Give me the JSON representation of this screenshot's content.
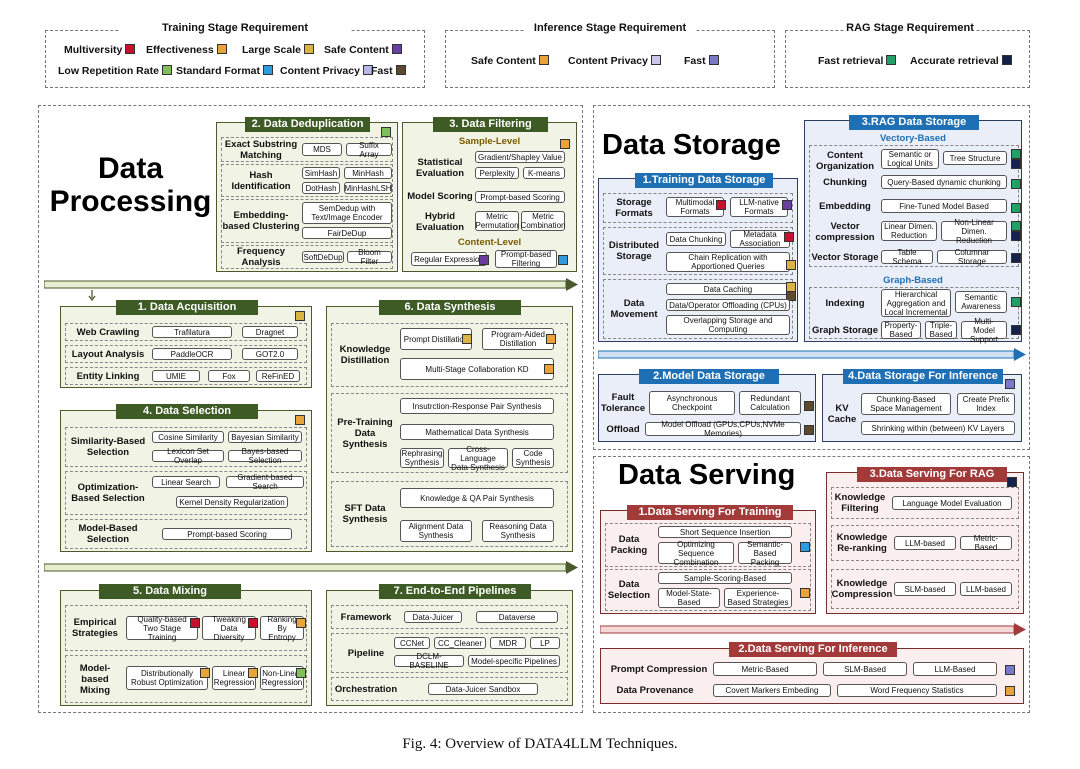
{
  "requirements": {
    "training": {
      "title": "Training Stage Requirement",
      "items": [
        {
          "label": "Multiversity",
          "color": "#c8102e"
        },
        {
          "label": "Effectiveness",
          "color": "#e8a33a"
        },
        {
          "label": "Large Scale",
          "color": "#d8b440"
        },
        {
          "label": "Safe Content",
          "color": "#6a3ea1"
        },
        {
          "label": "Low Repetition Rate",
          "color": "#7fbf5a"
        },
        {
          "label": "Standard Format",
          "color": "#2c9be0"
        },
        {
          "label": "Content Privacy",
          "color": "#b7b8e6"
        },
        {
          "label": "Fast",
          "color": "#5b4a2e"
        }
      ]
    },
    "inference": {
      "title": "Inference Stage Requirement",
      "items": [
        {
          "label": "Safe Content",
          "color": "#e8a33a"
        },
        {
          "label": "Content Privacy",
          "color": "#c9c6ee"
        },
        {
          "label": "Fast",
          "color": "#7a78c8"
        }
      ]
    },
    "rag": {
      "title": "RAG Stage Requirement",
      "items": [
        {
          "label": "Fast retrieval",
          "color": "#1fa067"
        },
        {
          "label": "Accurate retrieval",
          "color": "#14234d"
        }
      ]
    }
  },
  "processing": {
    "title_line1": "Data",
    "title_line2": "Processing",
    "dedup": {
      "title": "2. Data Deduplication",
      "rows": [
        {
          "label": "Exact Substring Matching",
          "boxes": [
            "MDS",
            "Suffix Array"
          ]
        },
        {
          "label": "Hash Identification",
          "boxes": [
            "SimHash",
            "MinHash",
            "DotHash",
            "MinHashLSH"
          ]
        },
        {
          "label": "Embedding-based Clustering",
          "boxes": [
            "SemDedup with Text/Image Encoder",
            "FairDeDup"
          ]
        },
        {
          "label": "Frequency Analysis",
          "boxes": [
            "SoftDeDup",
            "Bloom Filter"
          ]
        }
      ]
    },
    "filtering": {
      "title": "3. Data Filtering",
      "sample_level": "Sample-Level",
      "content_level": "Content-Level",
      "rows": [
        {
          "label": "Statistical Evaluation",
          "boxes": [
            "Gradient/Shapley Value",
            "Perplexity",
            "K-means"
          ]
        },
        {
          "label": "Model Scoring",
          "boxes": [
            "Prompt-based Scoring"
          ]
        },
        {
          "label": "Hybrid Evaluation",
          "boxes": [
            "Metric Permutation",
            "Metric Combination"
          ]
        }
      ],
      "content_boxes": [
        "Regular Expression",
        "Prompt-based Filtering"
      ]
    },
    "acquisition": {
      "title": "1. Data Acquisition",
      "rows": [
        {
          "label": "Web Crawling",
          "boxes": [
            "Trafilatura",
            "Dragnet"
          ]
        },
        {
          "label": "Layout Analysis",
          "boxes": [
            "PaddleOCR",
            "GOT2.0"
          ]
        },
        {
          "label": "Entity Linking",
          "boxes": [
            "UMIE",
            "Fox",
            "ReFinED"
          ]
        }
      ]
    },
    "selection": {
      "title": "4. Data Selection",
      "rows": [
        {
          "label": "Similarity-Based Selection",
          "boxes": [
            "Cosine Similarity",
            "Bayesian Similarity",
            "Lexicon Set Overlap",
            "Bayes-based Selection"
          ]
        },
        {
          "label": "Optimization-Based Selection",
          "boxes": [
            "Linear Search",
            "Gradient-based Search",
            "Kernel Density Regularization"
          ]
        },
        {
          "label": "Model-Based Selection",
          "boxes": [
            "Prompt-based Scoring"
          ]
        }
      ]
    },
    "synthesis": {
      "title": "6. Data Synthesis",
      "rows": [
        {
          "label": "Knowledge Distillation",
          "boxes": [
            "Prompt Distillation",
            "Program-Aided Distillation",
            "Multi-Stage Collaboration KD"
          ]
        },
        {
          "label": "Pre-Training Data Synthesis",
          "boxes": [
            "Insutrction-Response Pair Synthesis",
            "Mathematical Data Synthesis",
            "Rephrasing Synthesis",
            "Cross-Language Data Synthesis",
            "Code Synthesis"
          ]
        },
        {
          "label": "SFT Data Synthesis",
          "boxes": [
            "Knowledge & QA Pair Synthesis",
            "Alignment Data Synthesis",
            "Reasoning Data Synthesis"
          ]
        }
      ]
    },
    "mixing": {
      "title": "5. Data Mixing",
      "rows": [
        {
          "label": "Empirical Strategies",
          "boxes": [
            "Quality-based Two Stage Training",
            "Tweaking Data Diversity",
            "Ranking By Entropy"
          ]
        },
        {
          "label": "Model-based Mixing",
          "boxes": [
            "Distributionally Robust Optimization",
            "Linear Regression",
            "Non-Linear Regression"
          ]
        }
      ]
    },
    "pipelines": {
      "title": "7. End-to-End Pipelines",
      "rows": [
        {
          "label": "Framework",
          "boxes": [
            "Data-Juicer",
            "Dataverse"
          ]
        },
        {
          "label": "Pipeline",
          "boxes": [
            "CCNet",
            "CC_Cleaner",
            "MDR",
            "LP",
            "DCLM-BASELINE",
            "Model-specific Pipelines"
          ]
        },
        {
          "label": "Orchestration",
          "boxes": [
            "Data-Juicer Sandbox"
          ]
        }
      ]
    }
  },
  "storage": {
    "title": "Data Storage",
    "training": {
      "title": "1.Training Data Storage",
      "rows": [
        {
          "label": "Storage Formats",
          "boxes": [
            "Multimodal Formats",
            "LLM-native Formats"
          ]
        },
        {
          "label": "Distributed Storage",
          "boxes": [
            "Data Chunking",
            "Metadata Association",
            "Chain Replication with Apportioned Queries"
          ]
        },
        {
          "label": "Data Movement",
          "boxes": [
            "Data Caching",
            "Data/Operator Offloading (CPUs)",
            "Overlapping Storage and Computing"
          ]
        }
      ]
    },
    "rag": {
      "title": "3.RAG Data Storage",
      "vector_based": "Vectory-Based",
      "graph_based": "Graph-Based",
      "rows": [
        {
          "label": "Content Organization",
          "boxes": [
            "Semantic or Logical Units",
            "Tree Structure"
          ]
        },
        {
          "label": "Chunking",
          "boxes": [
            "Query-Based dynamic chunking"
          ]
        },
        {
          "label": "Embedding",
          "boxes": [
            "Fine-Tuned Model Based"
          ]
        },
        {
          "label": "Vector compression",
          "boxes": [
            "Linear Dimen. Reduction",
            "Non-Linear Dimen. Reduction"
          ]
        },
        {
          "label": "Vector Storage",
          "boxes": [
            "Table Schema",
            "Columnar Storage"
          ]
        },
        {
          "label": "Indexing",
          "boxes": [
            "Hierarchical Aggregation and Local Incremental",
            "Semantic Awareness"
          ]
        },
        {
          "label": "Graph Storage",
          "boxes": [
            "Property-Based",
            "Triple-Based",
            "Multi-Model Support"
          ]
        }
      ]
    },
    "model": {
      "title": "2.Model Data Storage",
      "rows": [
        {
          "label": "Fault Tolerance",
          "boxes": [
            "Asynchronous Checkpoint",
            "Redundant Calculation"
          ]
        },
        {
          "label": "Offload",
          "boxes": [
            "Model Offload (GPUs,CPUs,NVMe Memories)"
          ]
        }
      ]
    },
    "inference": {
      "title": "4.Data Storage For Inference",
      "rows": [
        {
          "label": "KV Cache",
          "boxes": [
            "Chunking-Based Space Management",
            "Create Prefix Index",
            "Shrinking within (between) KV Layers"
          ]
        }
      ]
    }
  },
  "serving": {
    "title": "Data Serving",
    "training": {
      "title": "1.Data Serving For Training",
      "rows": [
        {
          "label": "Data Packing",
          "boxes": [
            "Short Sequence Insertion",
            "Optimizing Sequence Combination",
            "Semantic-Based Packing"
          ]
        },
        {
          "label": "Data Selection",
          "boxes": [
            "Sample-Scoring-Based",
            "Model-State-Based",
            "Experience-Based Strategies"
          ]
        }
      ]
    },
    "rag": {
      "title": "3.Data Serving For RAG",
      "rows": [
        {
          "label": "Knowledge Filtering",
          "boxes": [
            "Language Model Evaluation"
          ]
        },
        {
          "label": "Knowledge Re-ranking",
          "boxes": [
            "LLM-based",
            "Metric-Based"
          ]
        },
        {
          "label": "Knowledge Compression",
          "boxes": [
            "SLM-based",
            "LLM-based"
          ]
        }
      ]
    },
    "inference": {
      "title": "2.Data Serving For Inference",
      "rows": [
        {
          "label": "Prompt Compression",
          "boxes": [
            "Metric-Based",
            "SLM-Based",
            "LLM-Based"
          ]
        },
        {
          "label": "Data Provenance",
          "boxes": [
            "Covert Markers Embeding",
            "Word Frequency Statistics"
          ]
        }
      ]
    }
  },
  "caption": "Fig. 4: Overview of DATA4LLM Techniques."
}
